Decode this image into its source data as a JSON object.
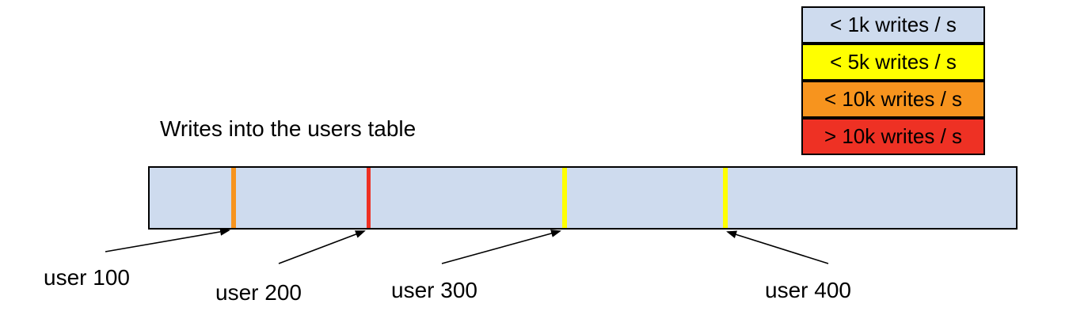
{
  "title": "Writes into the users table",
  "colors": {
    "background": "#ffffff",
    "border": "#000000",
    "arrow": "#000000",
    "bar_fill": "#cedbee",
    "lt_1k": "#cedbee",
    "lt_5k": "#ffff00",
    "lt_10k": "#f7941e",
    "gt_10k": "#ee3124"
  },
  "legend": {
    "items": [
      {
        "label": "< 1k writes / s",
        "color": "#cedbee"
      },
      {
        "label": "< 5k writes / s",
        "color": "#ffff00"
      },
      {
        "label": "< 10k writes / s",
        "color": "#f7941e"
      },
      {
        "label": "> 10k writes / s",
        "color": "#ee3124"
      }
    ]
  },
  "bar": {
    "fill": "#cedbee",
    "hotspots": [
      {
        "label": "user 100",
        "rate": "< 10k writes / s",
        "color": "#f7941e"
      },
      {
        "label": "user 200",
        "rate": "> 10k writes / s",
        "color": "#ee3124"
      },
      {
        "label": "user 300",
        "rate": "< 5k writes / s",
        "color": "#ffff00"
      },
      {
        "label": "user 400",
        "rate": "< 5k writes / s",
        "color": "#ffff00"
      }
    ]
  }
}
